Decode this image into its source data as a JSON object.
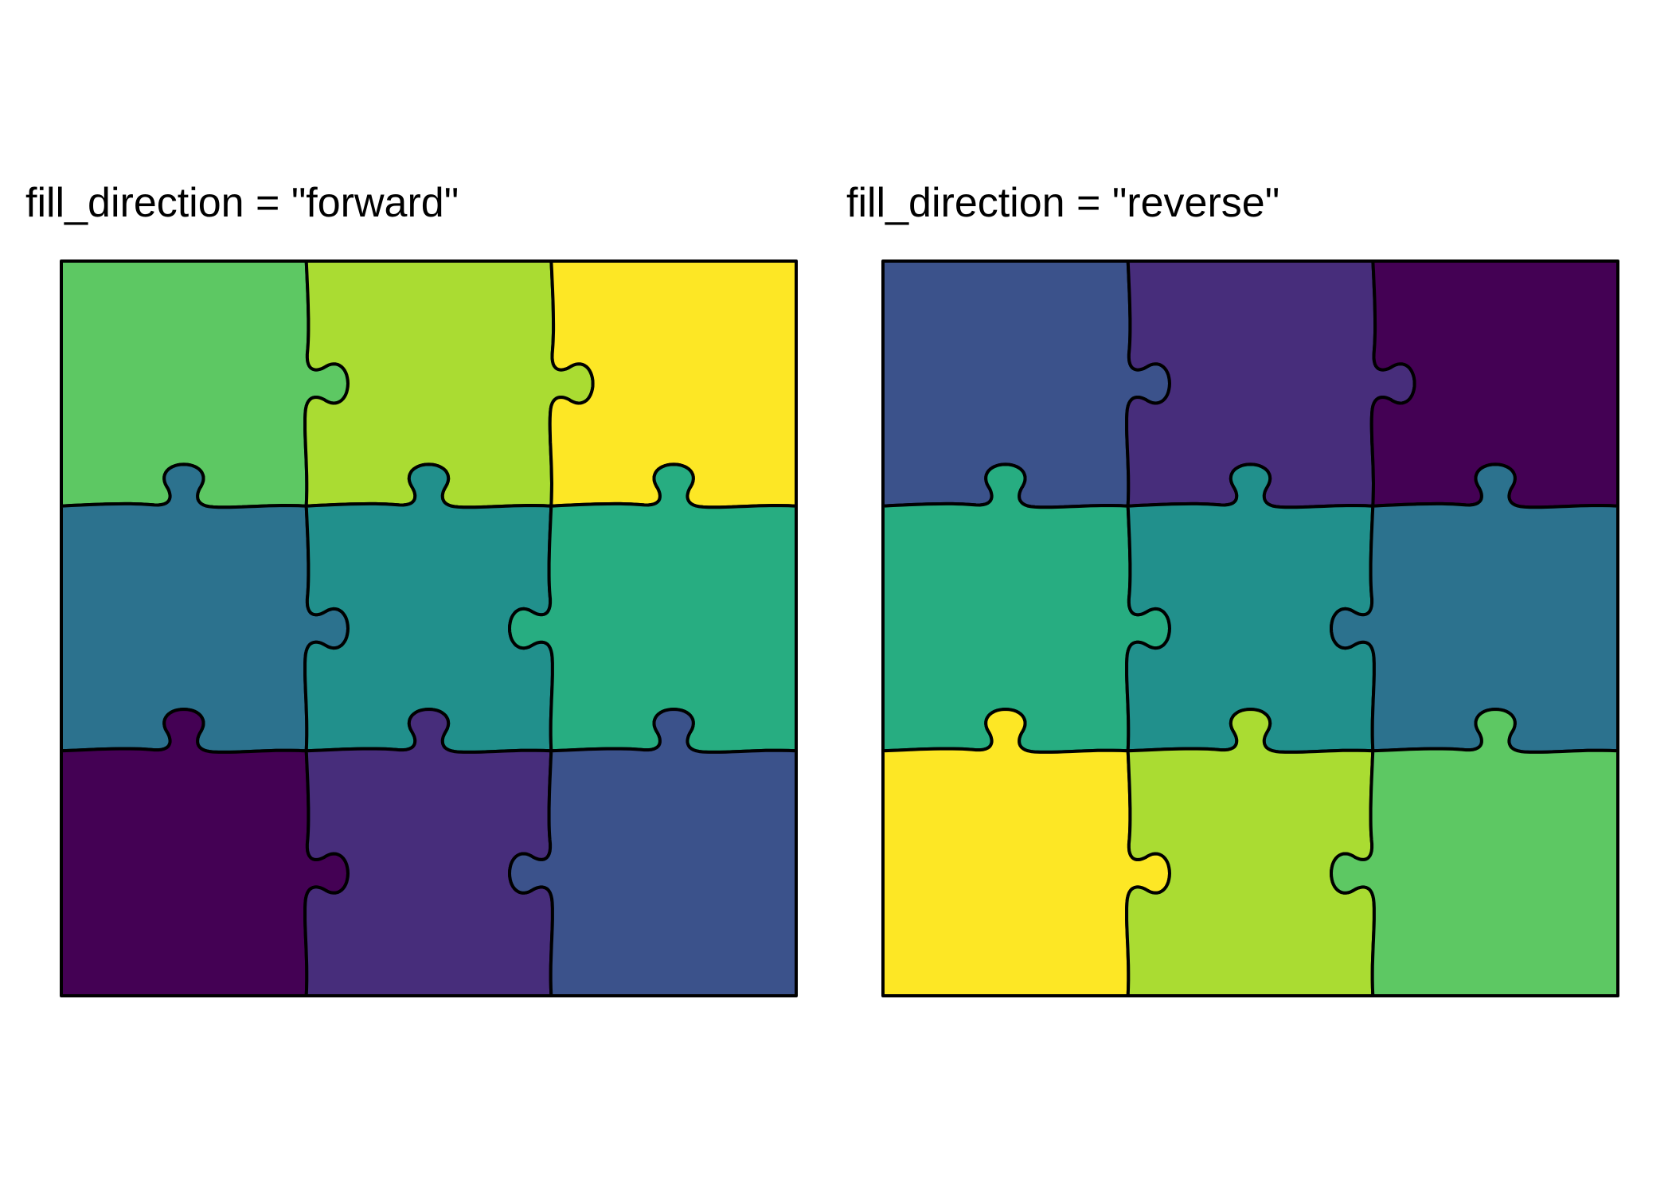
{
  "chart_data": {
    "type": "heatmap",
    "description_kind": "jigsaw puzzle grid 3x3",
    "rows": 3,
    "cols": 3,
    "panels": [
      {
        "title": "fill_direction = \"forward\"",
        "fills": [
          [
            "#5DC863",
            "#AADC32",
            "#FDE725"
          ],
          [
            "#2C728E",
            "#21908C",
            "#27AD81"
          ],
          [
            "#440154",
            "#472D7B",
            "#3B528B"
          ]
        ]
      },
      {
        "title": "fill_direction = \"reverse\"",
        "fills": [
          [
            "#3B528B",
            "#472D7B",
            "#440154"
          ],
          [
            "#27AD81",
            "#21908C",
            "#2C728E"
          ],
          [
            "#FDE725",
            "#AADC32",
            "#5DC863"
          ]
        ]
      }
    ],
    "tabs": {
      "horizontal_edges": [
        [
          -1,
          -1,
          -1
        ],
        [
          -1,
          -1,
          -1
        ]
      ],
      "vertical_edges": [
        [
          1,
          1,
          1
        ],
        [
          1,
          -1,
          -1
        ]
      ]
    }
  }
}
